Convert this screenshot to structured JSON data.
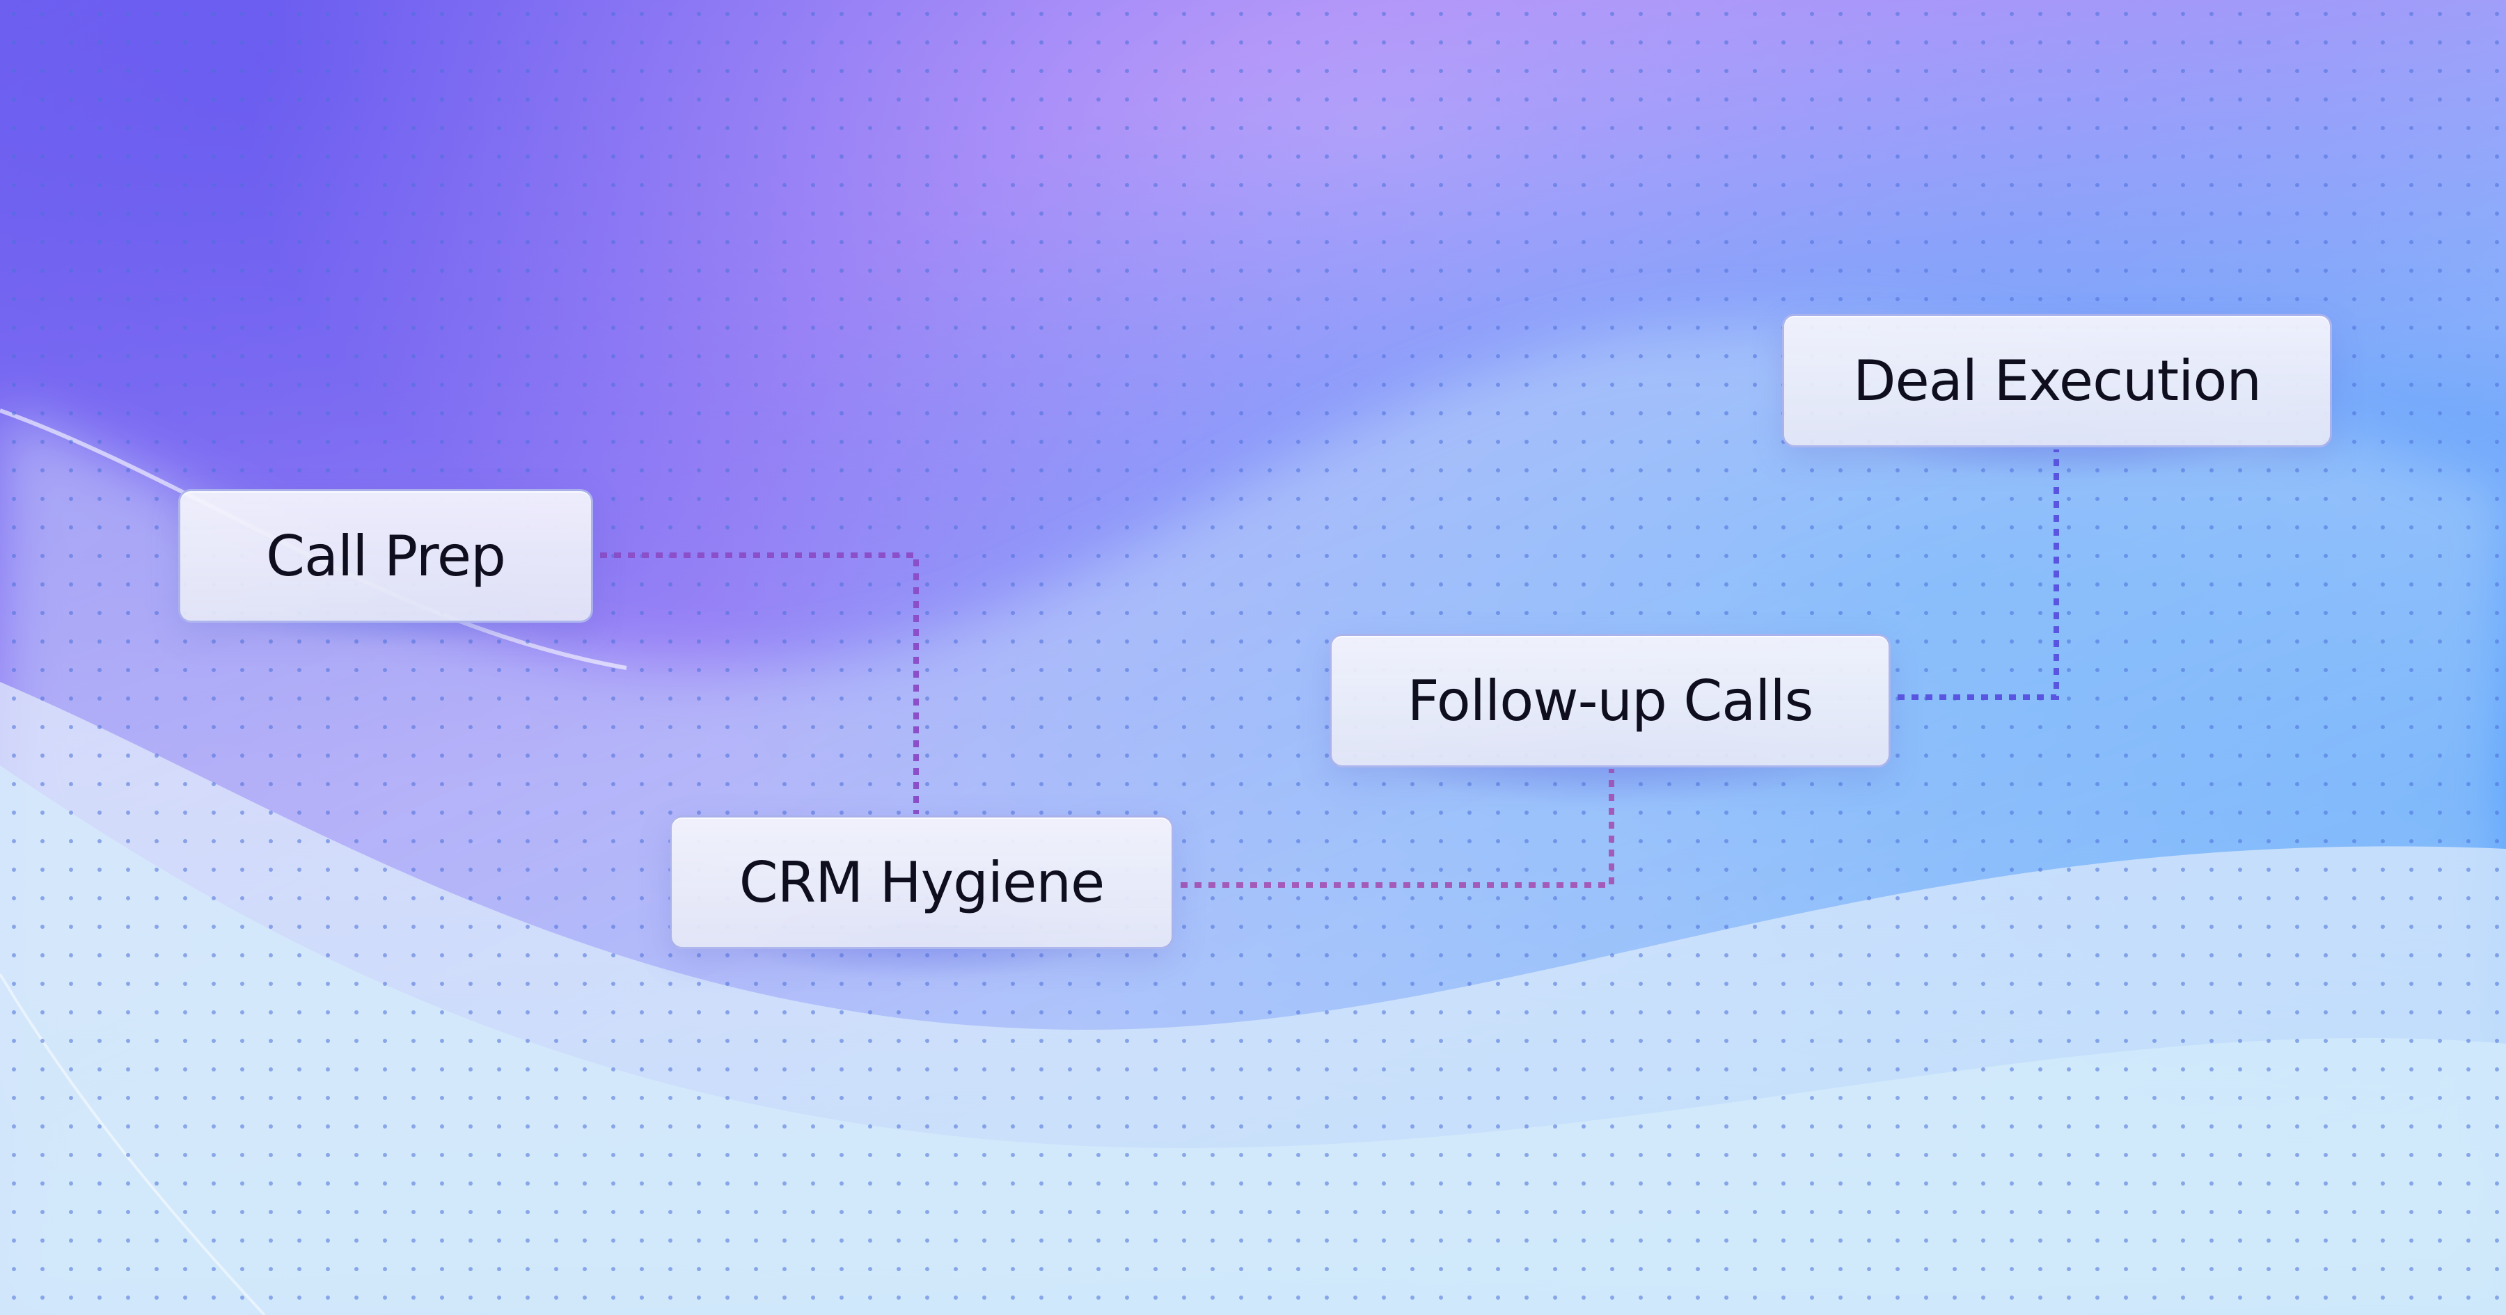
{
  "nodes": [
    {
      "id": "call-prep",
      "label": "Call Prep"
    },
    {
      "id": "crm-hygiene",
      "label": "CRM Hygiene"
    },
    {
      "id": "follow-up-calls",
      "label": "Follow-up Calls"
    },
    {
      "id": "deal-execution",
      "label": "Deal Execution"
    }
  ],
  "connectors": [
    {
      "from": "call-prep",
      "to": "crm-hygiene",
      "style": "dotted",
      "color": "#8a4fc9"
    },
    {
      "from": "crm-hygiene",
      "to": "follow-up-calls",
      "style": "dotted",
      "color": "#a35ab8"
    },
    {
      "from": "follow-up-calls",
      "to": "deal-execution",
      "style": "dotted",
      "color": "#5a55e0"
    }
  ],
  "theme": {
    "background_top": "#7c6cf0",
    "background_mid": "#b79cf8",
    "background_blue": "#6ab0fb",
    "background_light": "#d7eefb",
    "dot_grid": "#5a7fe0"
  }
}
